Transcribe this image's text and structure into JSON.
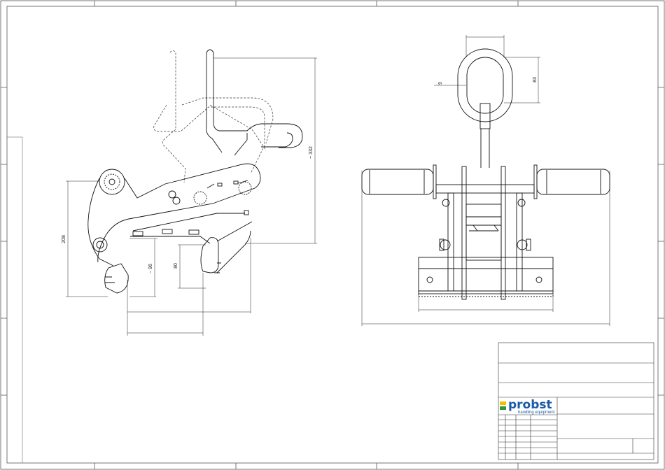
{
  "drawing": {
    "side_view": {
      "dimensions": {
        "height_overall": "~ 332",
        "height_body": "208",
        "depth_clamp": "~ 96",
        "clamp_span": "80"
      }
    },
    "front_view": {
      "dimensions": {
        "ring_thickness": "9",
        "ring_inner_length": "83"
      }
    }
  },
  "title_block": {
    "brand": "probst",
    "tagline": "handling equipment",
    "brand_color": "#1a5aa8",
    "accent_yellow": "#f2c200",
    "accent_green": "#2e9a3c"
  }
}
